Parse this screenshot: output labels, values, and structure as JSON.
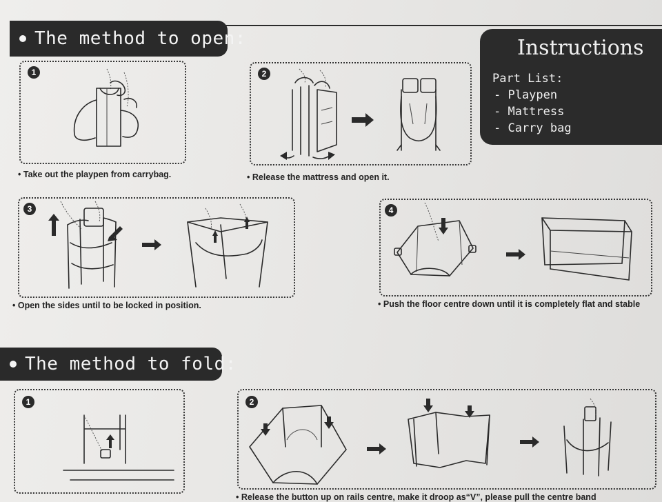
{
  "open_section": {
    "title": "The method to open:"
  },
  "fold_section": {
    "title": "The method to fold:"
  },
  "instructions": {
    "title": "Instructions",
    "part_list_label": "Part List:",
    "parts": [
      "- Playpen",
      "- Mattress",
      "- Carry bag"
    ]
  },
  "open_steps": [
    {
      "number": "1",
      "caption": "Take out the playpen from carrybag."
    },
    {
      "number": "2",
      "caption": "Release the mattress and open it."
    },
    {
      "number": "3",
      "caption": "Open the sides until to be locked in position."
    },
    {
      "number": "4",
      "caption": "Push the floor centre down until it is completely flat and stable"
    }
  ],
  "fold_steps": [
    {
      "number": "1",
      "caption": ""
    },
    {
      "number": "2",
      "caption": "Release the button up on rails centre, make it droop as“V”, please pull the centre band"
    }
  ],
  "bullet": "•",
  "colors": {
    "pill_bg": "#2a2a2a",
    "paper": "#e9e8e6"
  }
}
